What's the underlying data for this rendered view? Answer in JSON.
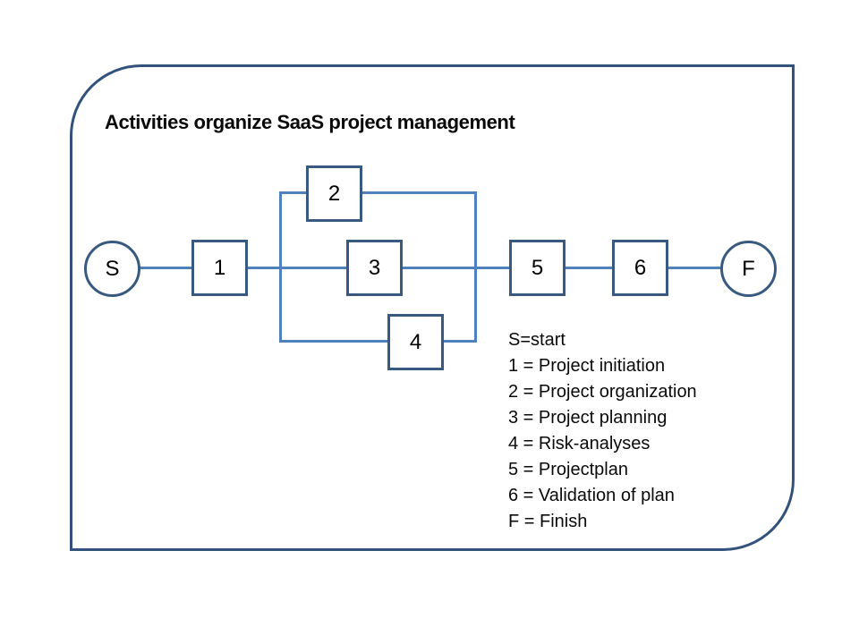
{
  "title": "Activities organize SaaS project management",
  "diagram": {
    "type": "activity-network",
    "nodes": [
      {
        "id": "S",
        "label": "S",
        "shape": "circle",
        "meaning": "start"
      },
      {
        "id": "1",
        "label": "1",
        "shape": "square",
        "meaning": "Project initiation"
      },
      {
        "id": "2",
        "label": "2",
        "shape": "square",
        "meaning": "Project organization"
      },
      {
        "id": "3",
        "label": "3",
        "shape": "square",
        "meaning": "Project planning"
      },
      {
        "id": "4",
        "label": "4",
        "shape": "square",
        "meaning": "Risk-analyses"
      },
      {
        "id": "5",
        "label": "5",
        "shape": "square",
        "meaning": "Projectplan"
      },
      {
        "id": "6",
        "label": "6",
        "shape": "square",
        "meaning": "Validation of plan"
      },
      {
        "id": "F",
        "label": "F",
        "shape": "circle",
        "meaning": "Finish"
      }
    ],
    "edges": [
      "S-1",
      "1-2",
      "1-3",
      "1-4",
      "2-5",
      "3-5",
      "4-5",
      "5-6",
      "6-F"
    ],
    "layout_note": "nodes 2, 3 and 4 are parallel branches between 1 and 5"
  },
  "legend": {
    "lines": [
      "S=start",
      "1 = Project initiation",
      "2 = Project organization",
      "3 = Project planning",
      "4 = Risk-analyses",
      "5 = Projectplan",
      "6 = Validation of plan",
      "F = Finish"
    ]
  },
  "colors": {
    "frame_border": "#32527b",
    "connector": "#4f81bd",
    "shape_border": "#395a80",
    "text": "#0a0a0a",
    "background": "#ffffff"
  }
}
